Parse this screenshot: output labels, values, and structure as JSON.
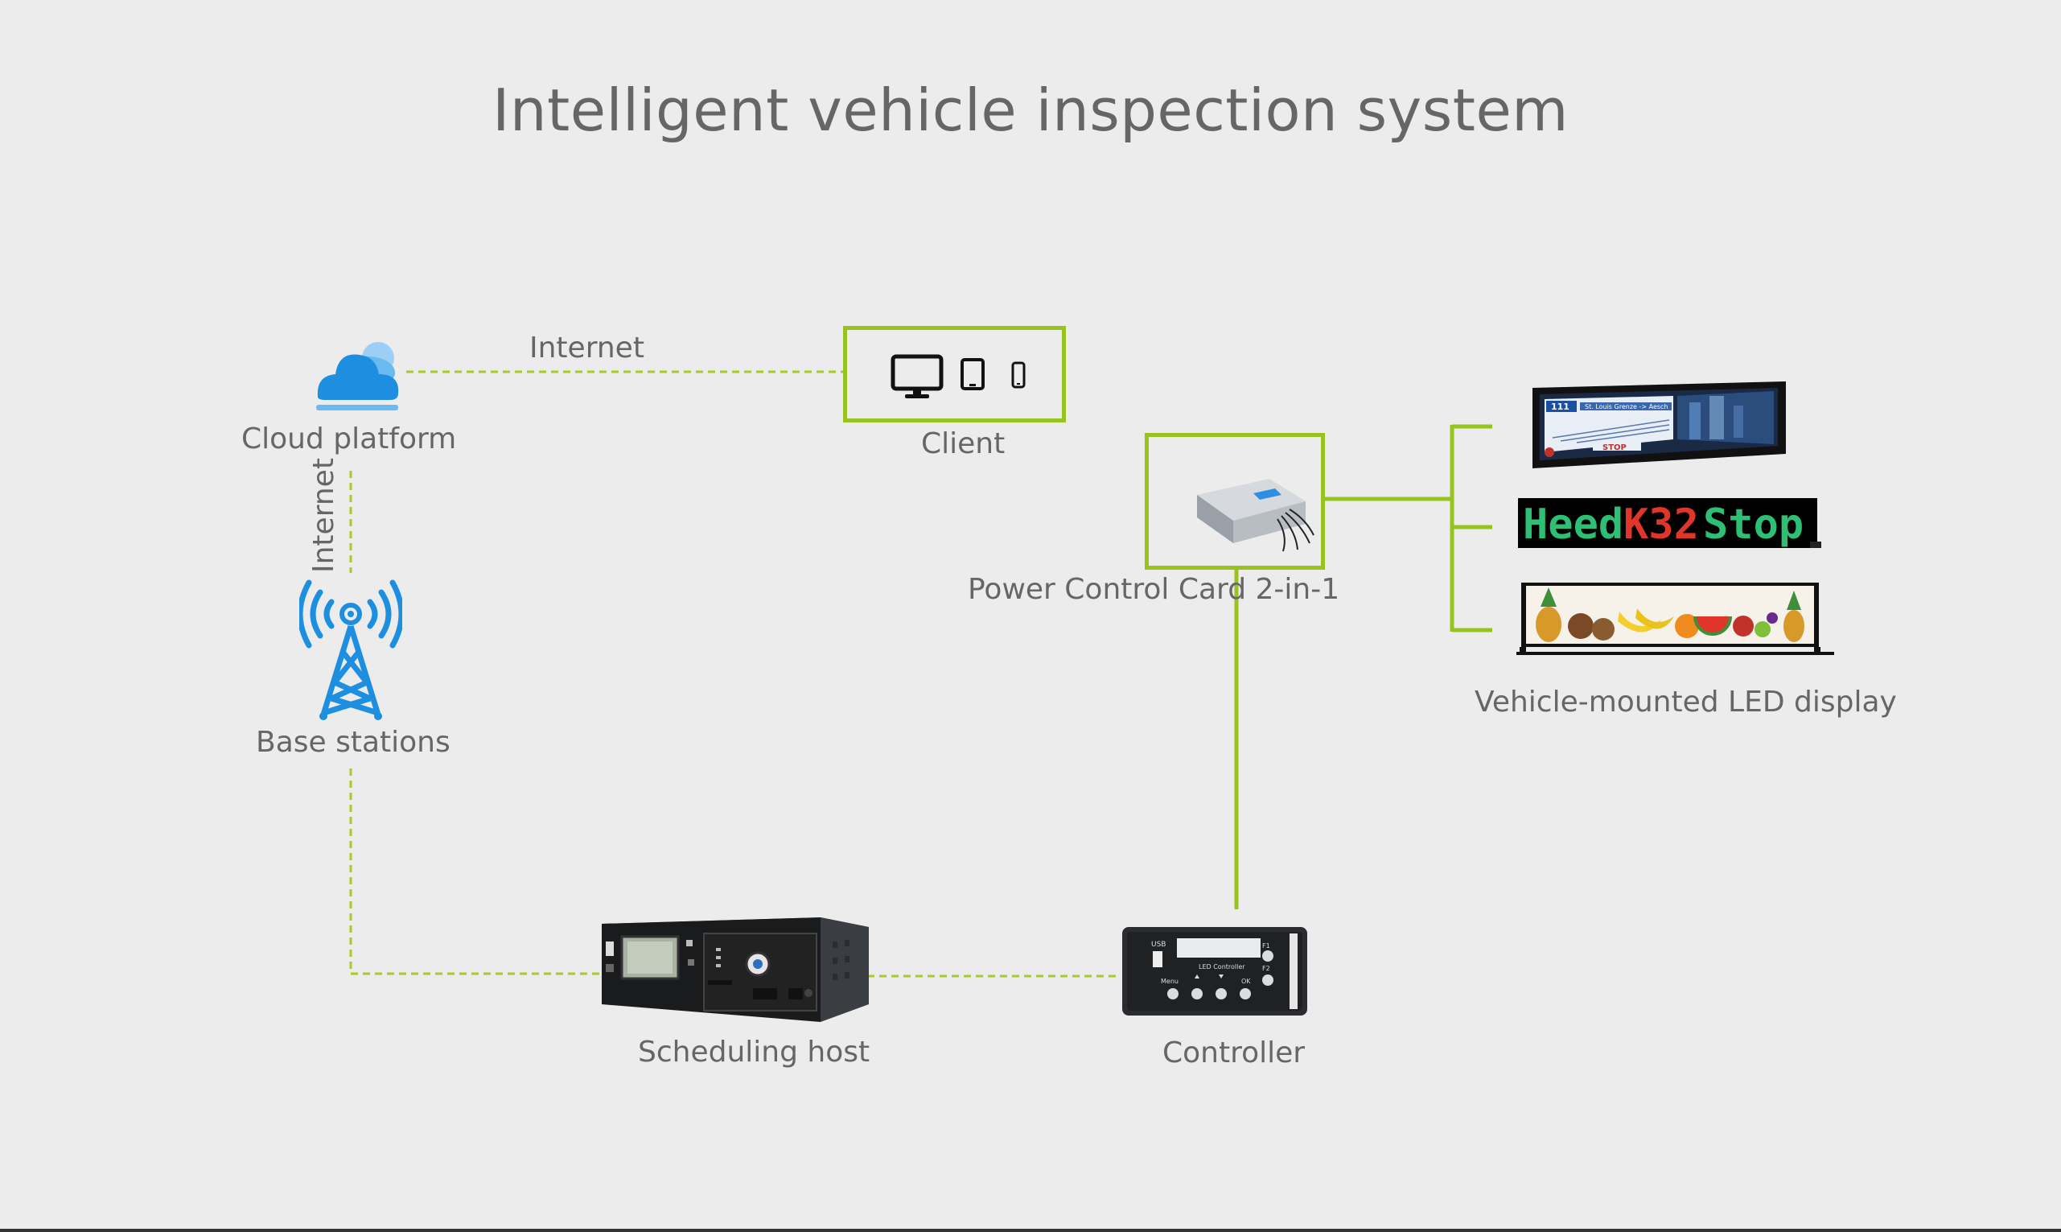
{
  "title": "Intelligent vehicle inspection system",
  "labels": {
    "cloud": "Cloud platform",
    "internet_h": "Internet",
    "internet_v": "Internet",
    "client": "Client",
    "base": "Base stations",
    "power": "Power Control Card 2-in-1",
    "led": "Vehicle-mounted LED display",
    "host": "Scheduling host",
    "controller": "Controller"
  },
  "displays": {
    "top": {
      "route": "111",
      "dest": "St. Louis Grenze -> Aesch",
      "stop": "STOP"
    },
    "middle": {
      "a": "Heed",
      "b": "K32",
      "c": "Stop"
    }
  },
  "devices": {
    "controller_usb": "USB",
    "controller_screen": "LED Controller",
    "controller_menu": "Menu",
    "controller_ok": "OK",
    "controller_f1": "F1",
    "controller_f2": "F2"
  },
  "colors": {
    "accent_green": "#98c31e",
    "dashed_green": "#a6cc2a",
    "icon_blue": "#1e8fe0",
    "text_gray": "#666666",
    "bg": "#ececec"
  },
  "icons": [
    "cloud-icon",
    "monitor-icon",
    "tablet-icon",
    "phone-icon",
    "tower-icon"
  ]
}
